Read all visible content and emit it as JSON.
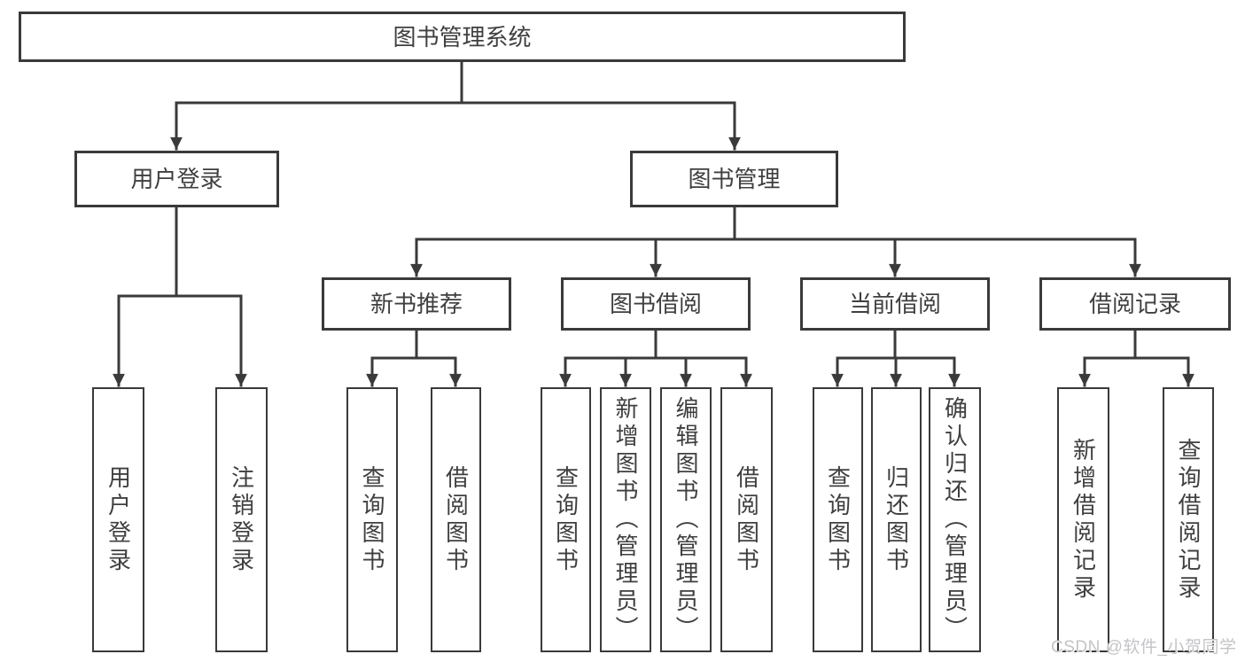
{
  "nodes": {
    "root": "图书管理系统",
    "level2": [
      "用户登录",
      "图书管理"
    ],
    "level3": [
      "新书推荐",
      "图书借阅",
      "当前借阅",
      "借阅记录"
    ],
    "leaves": [
      "用户登录",
      "注销登录",
      "查询图书",
      "借阅图书",
      "查询图书",
      "新增图书（管理员）",
      "编辑图书（管理员）",
      "借阅图书",
      "查询图书",
      "归还图书",
      "确认归还（管理员）",
      "新增借阅记录",
      "查询借阅记录"
    ]
  },
  "tree": {
    "图书管理系统": {
      "用户登录": [
        "用户登录",
        "注销登录"
      ],
      "图书管理": {
        "新书推荐": [
          "查询图书",
          "借阅图书"
        ],
        "图书借阅": [
          "查询图书",
          "新增图书（管理员）",
          "编辑图书（管理员）",
          "借阅图书"
        ],
        "当前借阅": [
          "查询图书",
          "归还图书",
          "确认归还（管理员）"
        ],
        "借阅记录": [
          "新增借阅记录",
          "查询借阅记录"
        ]
      }
    }
  },
  "watermark": "CSDN @软件_小贺同学",
  "colors": {
    "line": "#3a3a3a",
    "text": "#3f3f3f",
    "box_background": "#ffffff",
    "watermark": "#c4c4c8",
    "background": "#ffffff"
  }
}
